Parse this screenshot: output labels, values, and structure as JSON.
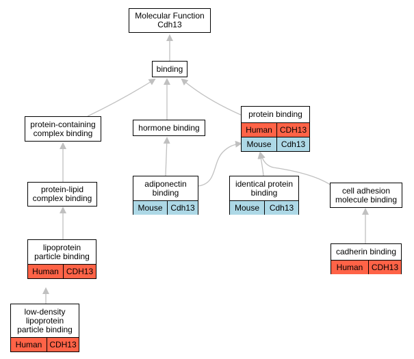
{
  "colors": {
    "human": "#ff6347",
    "mouse": "#add8e6",
    "edge": "#c0c0c0"
  },
  "nodes": {
    "mf_root": {
      "label": "Molecular Function\nCdh13"
    },
    "binding": {
      "label": "binding"
    },
    "protein_containing": {
      "label": "protein-containing\ncomplex binding"
    },
    "hormone": {
      "label": "hormone binding"
    },
    "protein": {
      "label": "protein binding",
      "human": [
        "Human",
        "CDH13"
      ],
      "mouse": [
        "Mouse",
        "Cdh13"
      ]
    },
    "protein_lipid": {
      "label": "protein-lipid\ncomplex binding"
    },
    "adiponectin": {
      "label": "adiponectin\nbinding",
      "mouse": [
        "Mouse",
        "Cdh13"
      ]
    },
    "identical": {
      "label": "identical protein\nbinding",
      "mouse": [
        "Mouse",
        "Cdh13"
      ]
    },
    "cell_adhesion": {
      "label": "cell adhesion\nmolecule binding"
    },
    "lipoprotein": {
      "label": "lipoprotein\nparticle binding",
      "human": [
        "Human",
        "CDH13"
      ]
    },
    "cadherin": {
      "label": "cadherin binding",
      "human": [
        "Human",
        "CDH13"
      ]
    },
    "ldl": {
      "label": "low-density\nlipoprotein\nparticle binding",
      "human": [
        "Human",
        "CDH13"
      ]
    }
  }
}
